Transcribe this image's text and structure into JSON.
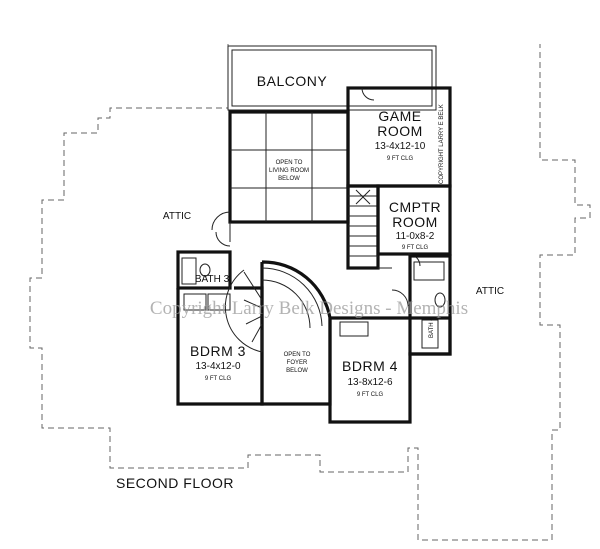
{
  "plan": {
    "floor_label": "SECOND FLOOR",
    "watermark": "Copyright Larry Belk Designs - Memphis",
    "copyright_vertical": "COPYRIGHT LARRY E BELK",
    "attic_left": "ATTIC",
    "attic_right": "ATTIC",
    "balcony": "BALCONY",
    "open_living": [
      "OPEN TO",
      "LIVING ROOM",
      "BELOW"
    ],
    "open_foyer": [
      "OPEN TO",
      "FOYER",
      "BELOW"
    ],
    "bath_upper": "BATH 3",
    "bath_right": "BATH 4",
    "rooms": [
      {
        "name": [
          "GAME",
          "ROOM"
        ],
        "dims": "13-4x12-10",
        "ceiling": "9 FT CLG"
      },
      {
        "name": [
          "CMPTR",
          "ROOM"
        ],
        "dims": "11-0x8-2",
        "ceiling": "9 FT CLG"
      },
      {
        "name": [
          "BDRM 3"
        ],
        "dims": "13-4x12-0",
        "ceiling": "9 FT CLG"
      },
      {
        "name": [
          "BDRM 4"
        ],
        "dims": "13-8x12-6",
        "ceiling": "9 FT CLG"
      }
    ]
  }
}
